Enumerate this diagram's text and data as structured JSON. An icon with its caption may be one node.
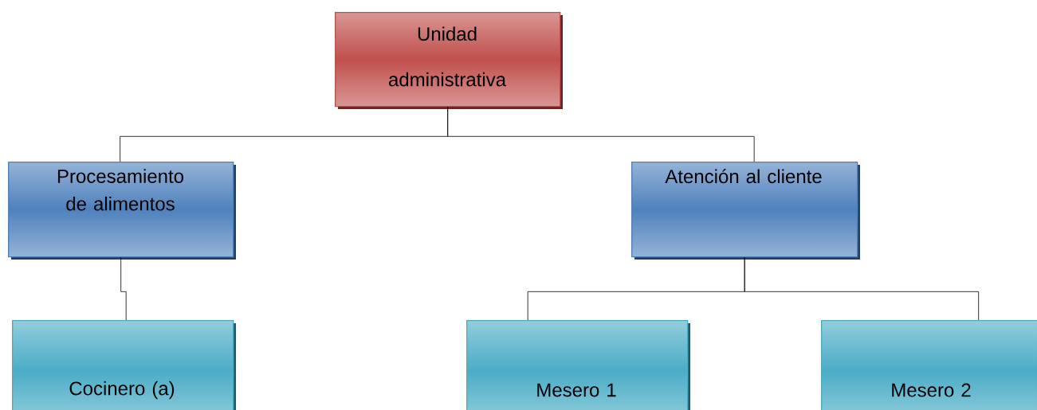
{
  "diagram": {
    "nodes": [
      {
        "text": [
          "Unidad administrativa"
        ]
      },
      {
        "text": [
          "Procesamiento de alimentos"
        ]
      },
      {
        "text": [
          "Atención al cliente"
        ]
      },
      {
        "text": [
          "Cocinero (a)"
        ]
      },
      {
        "text": [
          "Mesero 1"
        ]
      },
      {
        "text": [
          "Mesero 2"
        ]
      }
    ],
    "edges": [
      {
        "from": 0,
        "to": 1,
        "arrow": "none"
      },
      {
        "from": 0,
        "to": 2,
        "arrow": "none"
      },
      {
        "from": 1,
        "to": 3,
        "arrow": "none"
      },
      {
        "from": 2,
        "to": 4,
        "arrow": "none"
      },
      {
        "from": 2,
        "to": 5,
        "arrow": "none"
      }
    ]
  }
}
